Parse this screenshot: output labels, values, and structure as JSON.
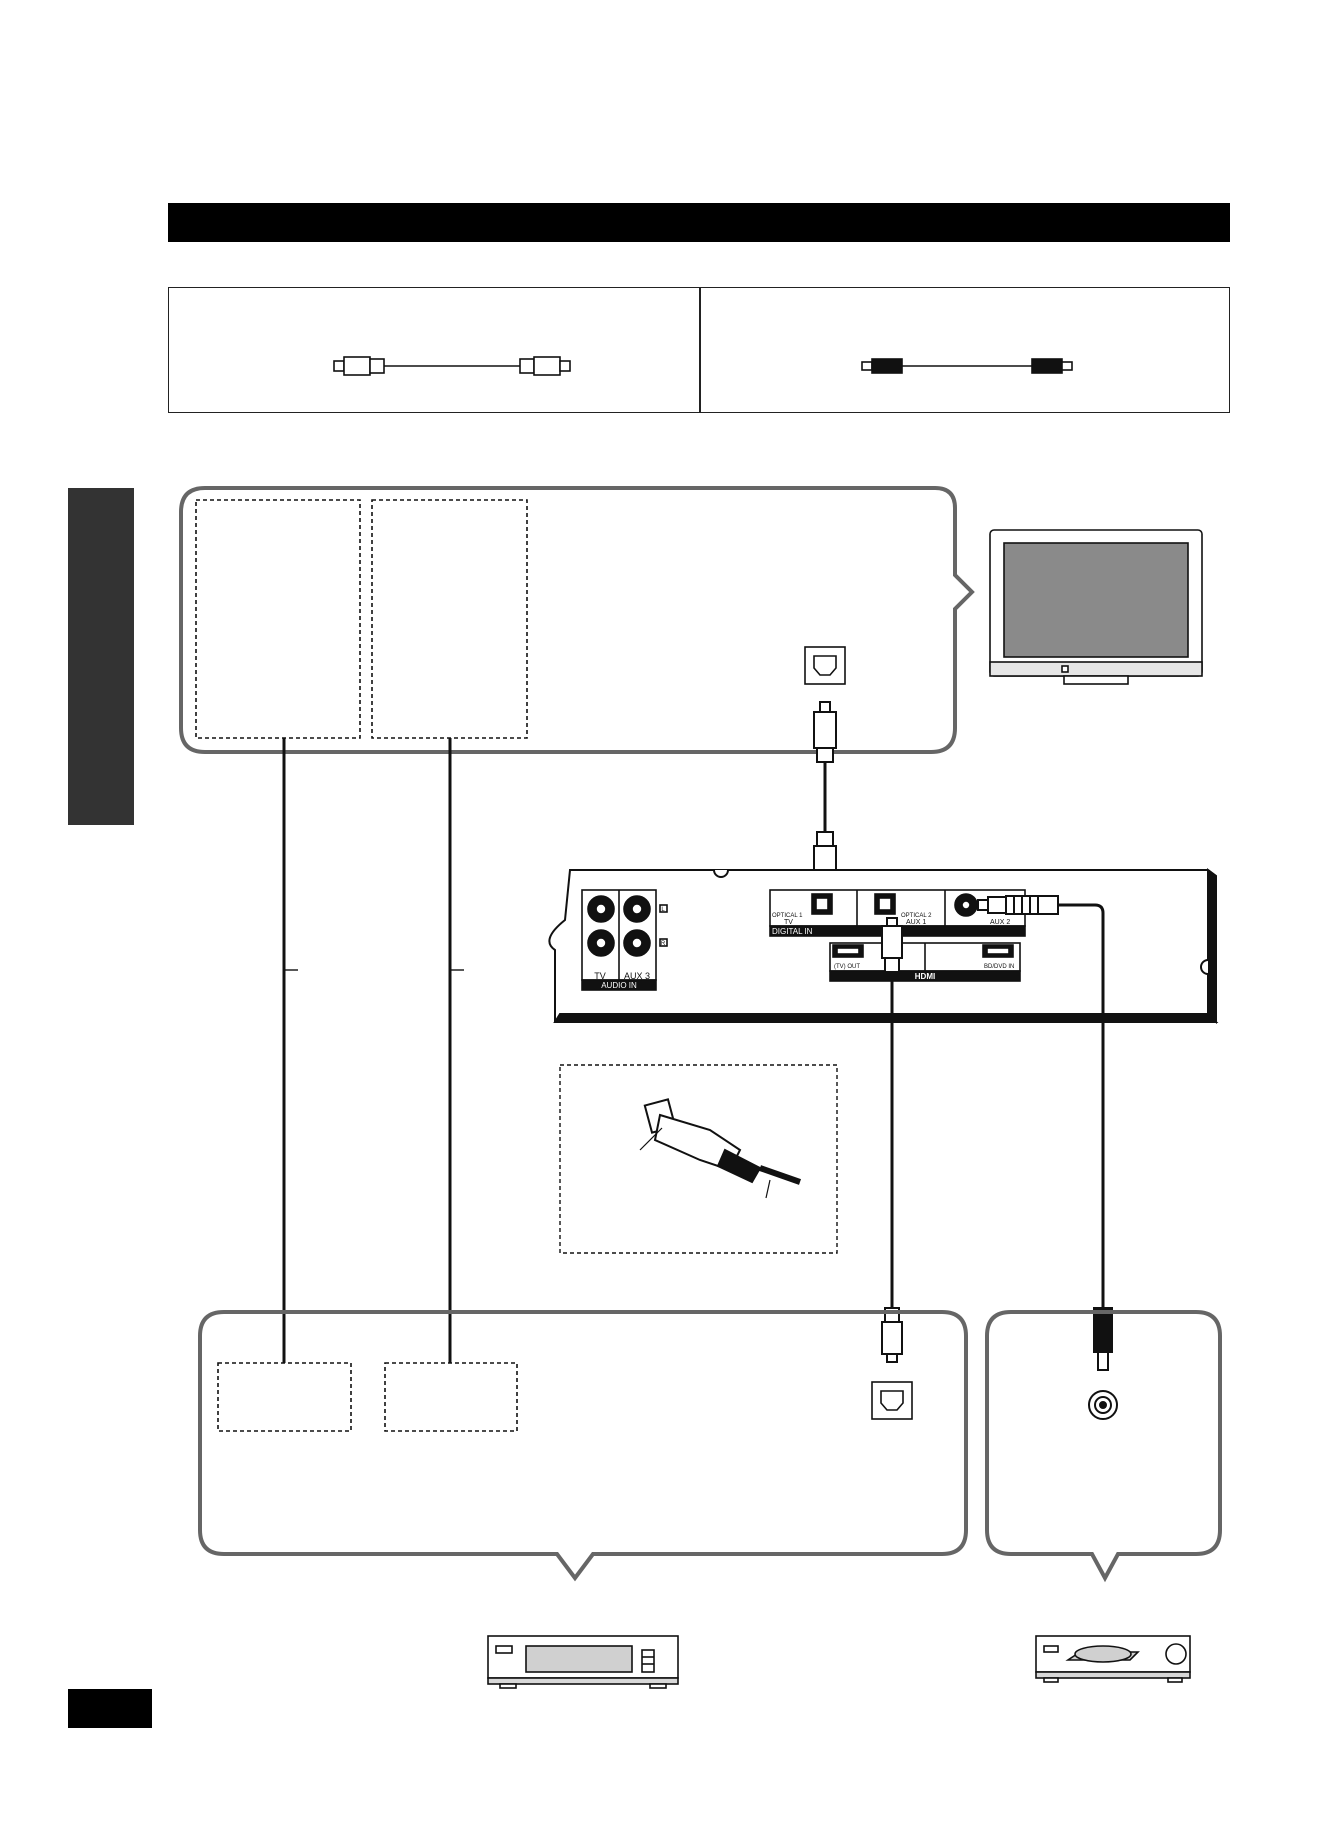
{
  "system_unit": {
    "digital_in_label": "DIGITAL IN",
    "optical1_label": "OPTICAL 1",
    "optical1_sub": "TV",
    "optical2_label": "OPTICAL 2",
    "optical2_sub": "AUX 1",
    "aux2_label": "AUX 2",
    "audio_in_label": "AUDIO IN",
    "audio_tv_label": "TV",
    "audio_aux3_label": "AUX 3",
    "audio_l": "L",
    "audio_r": "R",
    "hdmi_out_label": "(TV) OUT",
    "hdmi_in_label": "BD/DVD IN",
    "hdmi_logo": "HDMI"
  },
  "colors": {
    "ink": "#111111",
    "panel_border": "#666666",
    "side_tab": "#333333",
    "tv_screen": "#8a8a8a"
  },
  "icons": [
    "optical-cable-icon",
    "coaxial-cable-icon",
    "tv-icon",
    "optical-port-icon",
    "coaxial-port-icon",
    "set-top-box-icon",
    "cd-player-icon",
    "optical-plug-detail-icon"
  ]
}
